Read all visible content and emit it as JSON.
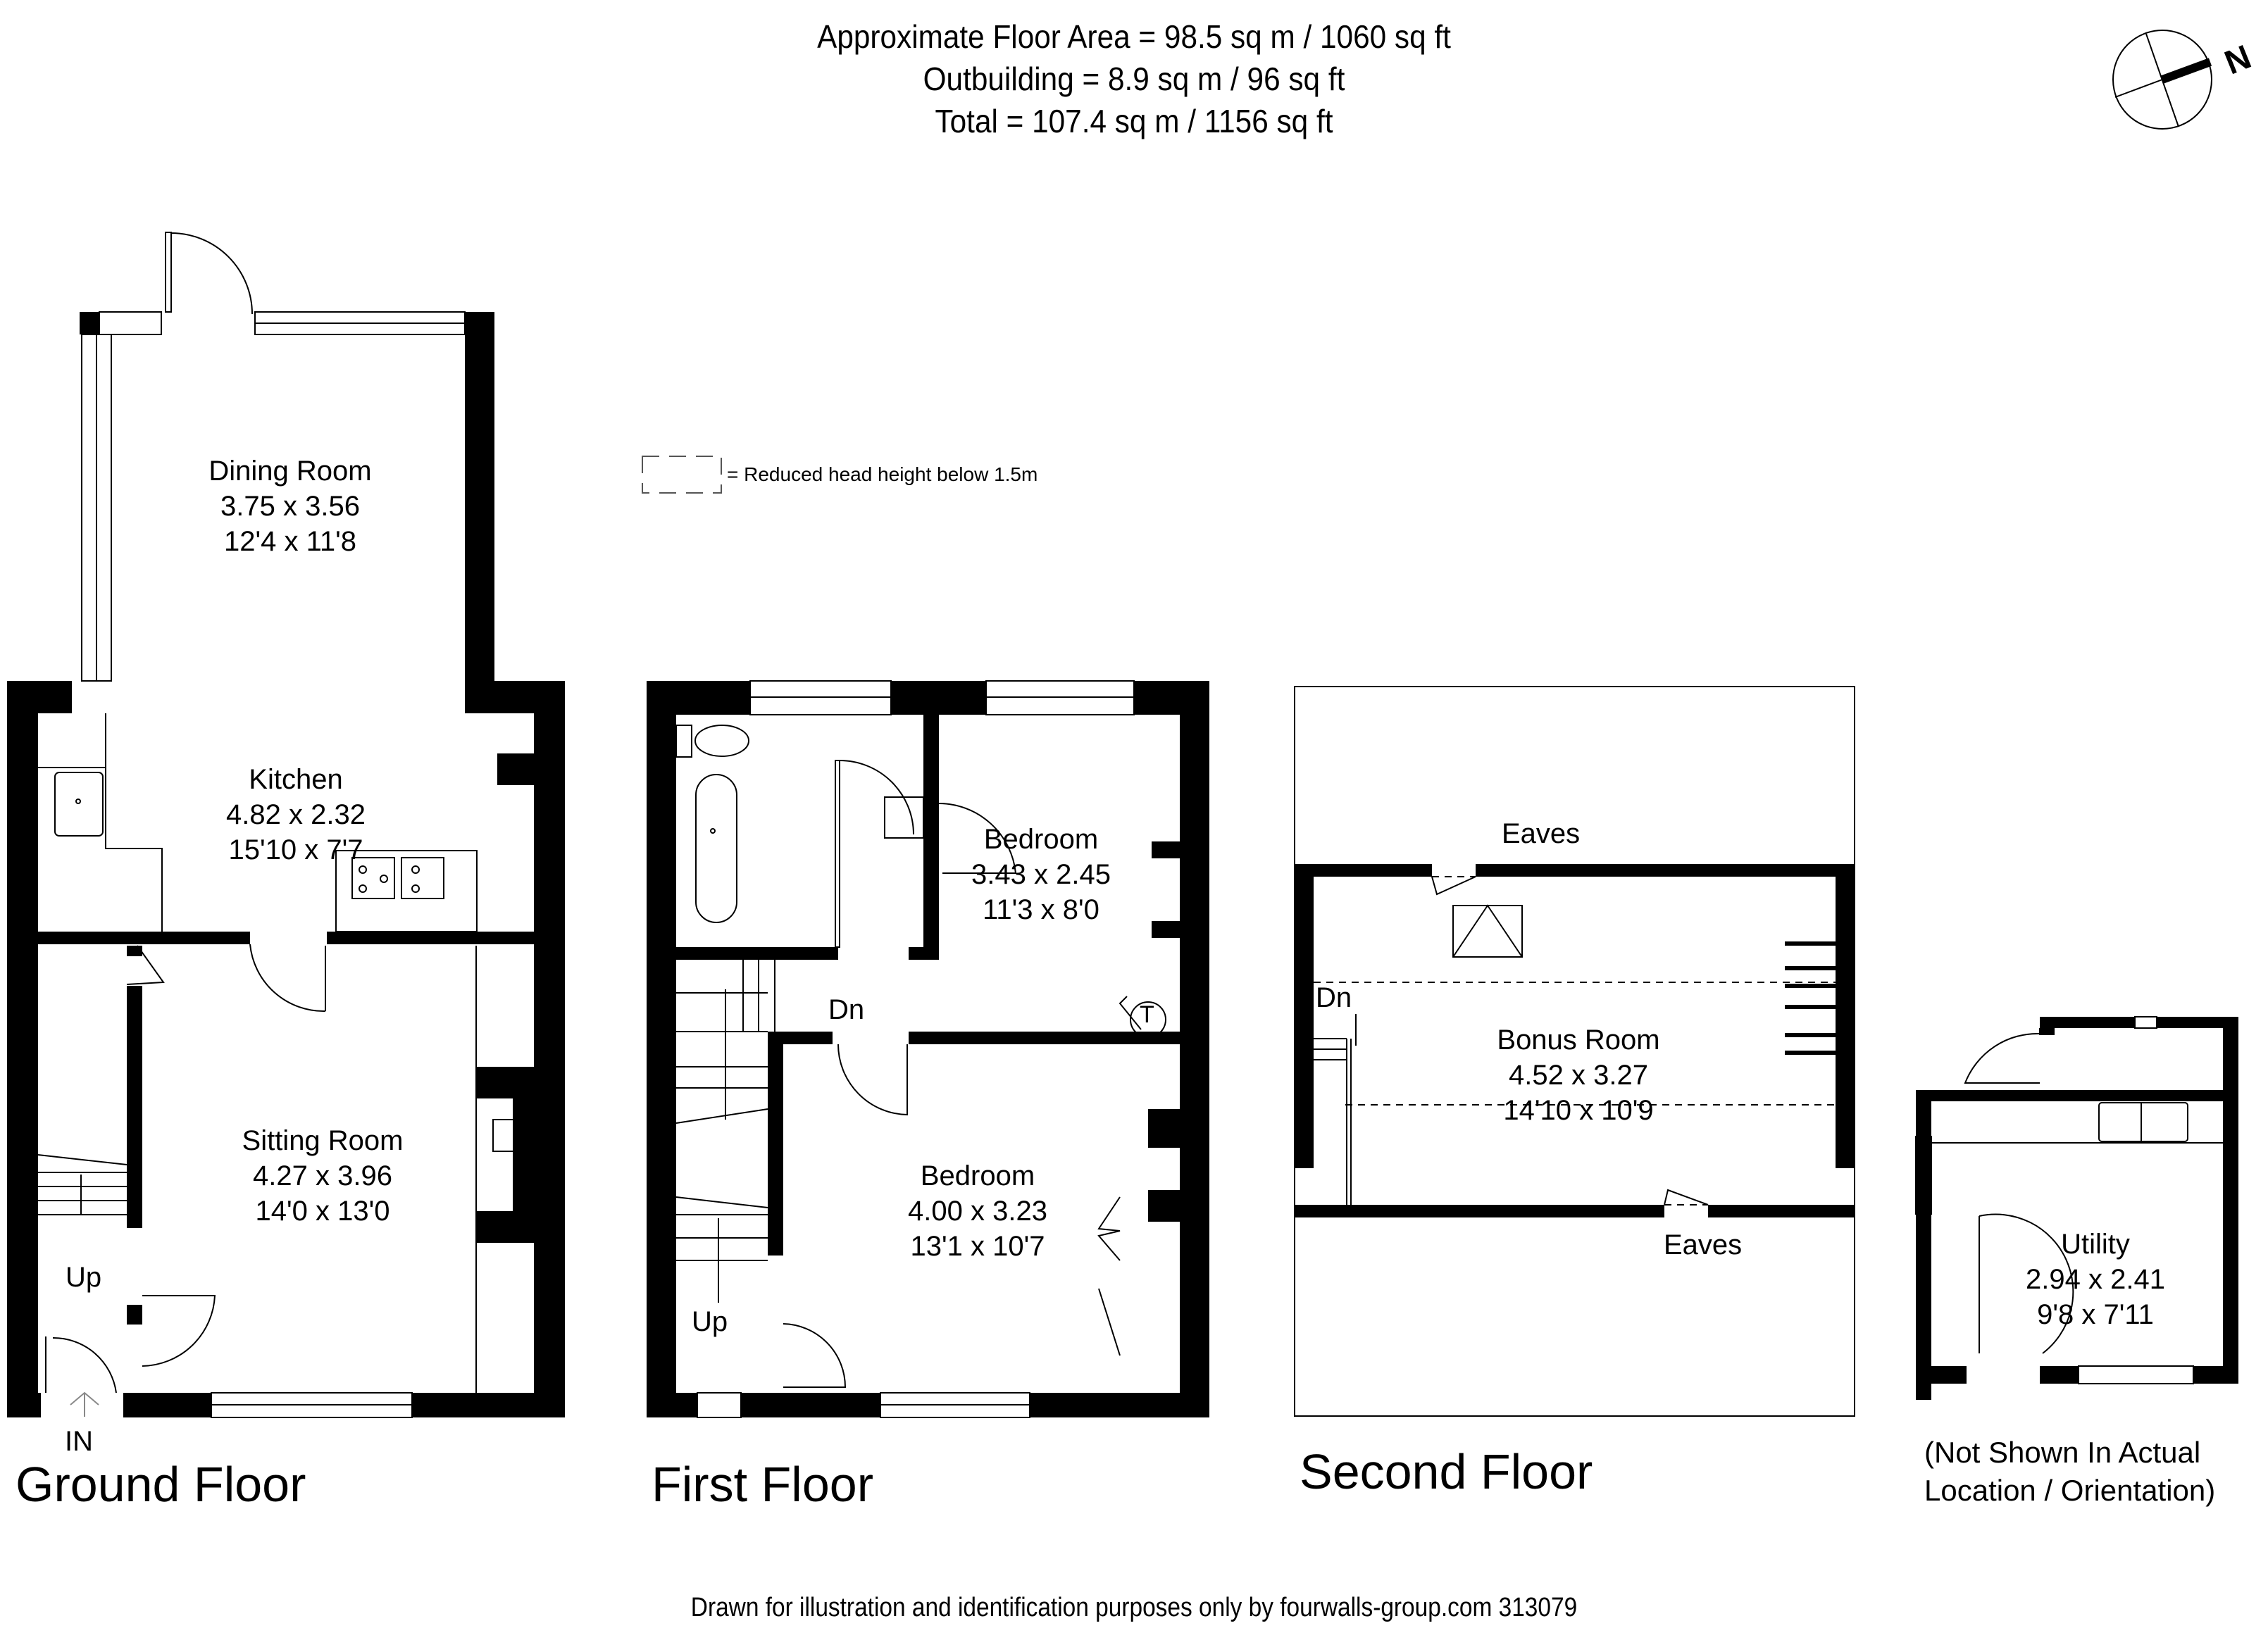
{
  "header": {
    "line1": "Approximate Floor Area = 98.5 sq m / 1060 sq ft",
    "line2": "Outbuilding = 8.9 sq m / 96 sq ft",
    "line3": "Total = 107.4 sq m / 1156 sq ft"
  },
  "compass": {
    "icon": "north-compass-icon",
    "label": "N"
  },
  "legend": {
    "text": "= Reduced head height below 1.5m",
    "icon": "dashed-box-icon"
  },
  "floors": {
    "ground": {
      "title": "Ground Floor",
      "entrance": "IN",
      "stairs": "Up",
      "rooms": [
        {
          "name": "Dining Room",
          "metric": "3.75 x 3.56",
          "imperial": "12'4 x 11'8"
        },
        {
          "name": "Kitchen",
          "metric": "4.82 x 2.32",
          "imperial": "15'10 x 7'7"
        },
        {
          "name": "Sitting Room",
          "metric": "4.27 x 3.96",
          "imperial": "14'0 x 13'0"
        }
      ]
    },
    "first": {
      "title": "First Floor",
      "stairs_down": "Dn",
      "stairs_up": "Up",
      "tank": "T",
      "rooms": [
        {
          "name": "Bedroom",
          "metric": "3.43 x 2.45",
          "imperial": "11'3 x 8'0"
        },
        {
          "name": "Bedroom",
          "metric": "4.00 x 3.23",
          "imperial": "13'1 x 10'7"
        }
      ]
    },
    "second": {
      "title": "Second Floor",
      "stairs_down": "Dn",
      "eaves_top": "Eaves",
      "eaves_bottom": "Eaves",
      "rooms": [
        {
          "name": "Bonus Room",
          "metric": "4.52 x 3.27",
          "imperial": "14'10 x 10'9"
        }
      ]
    },
    "outbuilding": {
      "rooms": [
        {
          "name": "Utility",
          "metric": "2.94 x 2.41",
          "imperial": "9'8 x 7'11"
        }
      ],
      "note_line1": "(Not Shown In Actual",
      "note_line2": "Location / Orientation)"
    }
  },
  "footer": {
    "text": "Drawn for illustration and identification purposes only by fourwalls-group.com 313079"
  },
  "colors": {
    "wall": "#000000",
    "background": "#ffffff",
    "line": "#000000"
  }
}
